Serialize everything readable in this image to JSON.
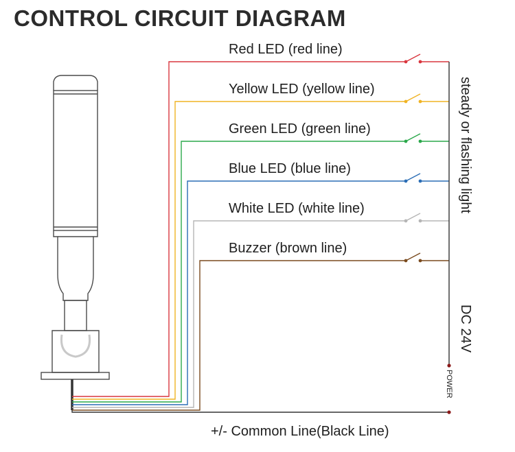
{
  "title": "CONTROL CIRCUIT DIAGRAM",
  "lines": [
    {
      "label": "Red LED (red line)",
      "color": "#d9363e"
    },
    {
      "label": "Yellow LED (yellow line)",
      "color": "#f0b323"
    },
    {
      "label": "Green LED (green line)",
      "color": "#2aa84a"
    },
    {
      "label": "Blue LED (blue line)",
      "color": "#2a6db5"
    },
    {
      "label": "White LED (white line)",
      "color": "#b5b5b5"
    },
    {
      "label": "Buzzer (brown line)",
      "color": "#7a4a1e"
    }
  ],
  "mode_text": "steady or flashing light",
  "voltage_text": "DC 24V",
  "power_text": "POWER",
  "common_line_text": "+/- Common Line(Black Line)",
  "common_color": "#333333",
  "power_dot_color": "#8b1a1a"
}
